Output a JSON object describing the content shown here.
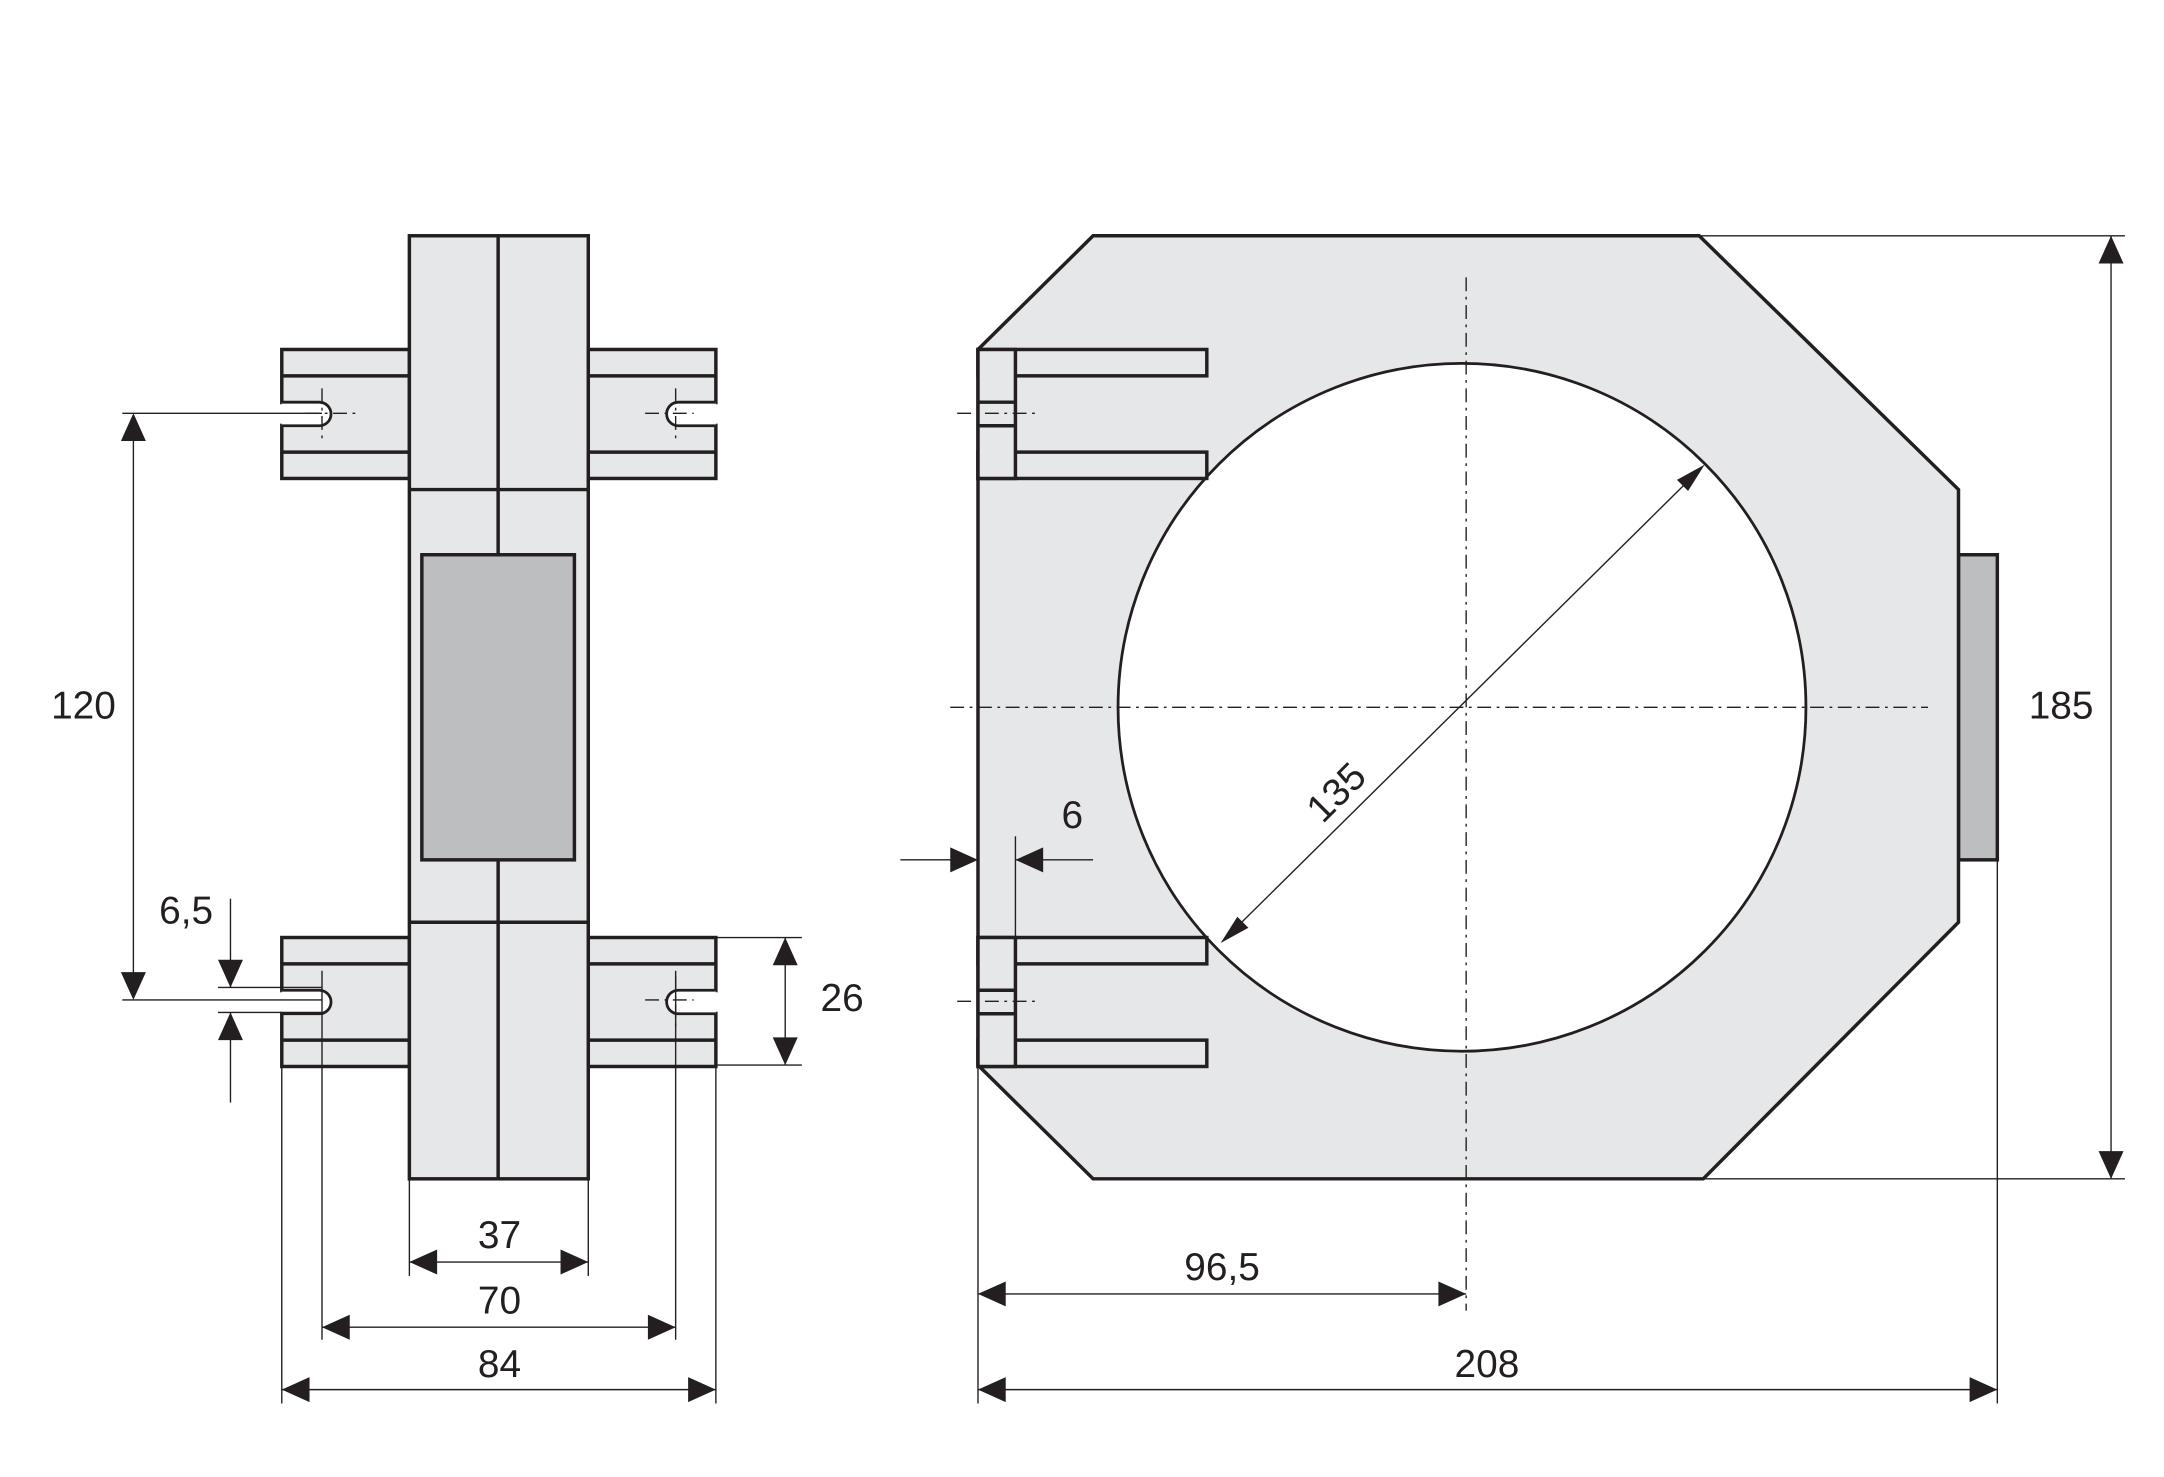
{
  "drawing": {
    "colors": {
      "body": "#e6e7e8",
      "window": "#bdbec0",
      "line": "#231f20"
    },
    "dimensions": {
      "mount_spacing": "120",
      "slot_width": "6,5",
      "flange_height": "26",
      "body_width": "37",
      "slot_spacing": "70",
      "overall_width_side": "84",
      "aperture_diameter": "135",
      "wall_thickness": "6",
      "center_offset": "96,5",
      "overall_width_front": "208",
      "overall_height": "185"
    }
  }
}
